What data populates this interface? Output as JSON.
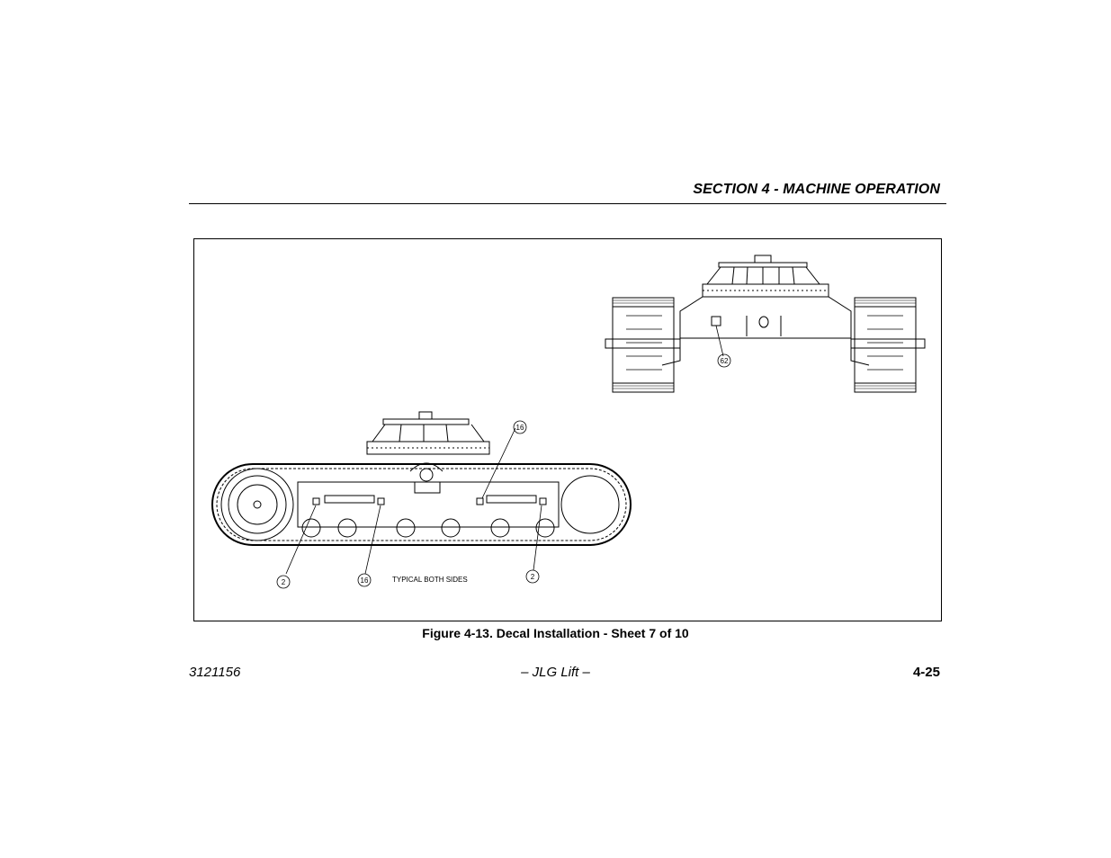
{
  "header": {
    "section_title": "SECTION 4 - MACHINE OPERATION"
  },
  "figure": {
    "caption": "Figure 4-13. Decal Installation - Sheet 7 of 10",
    "note": "TYPICAL BOTH SIDES",
    "callouts": {
      "front_decal": "62",
      "side_top": "16",
      "side_left": "2",
      "side_mid": "16",
      "side_right": "2"
    }
  },
  "footer": {
    "doc_number": "3121156",
    "publisher": "– JLG Lift –",
    "page_number": "4-25"
  }
}
